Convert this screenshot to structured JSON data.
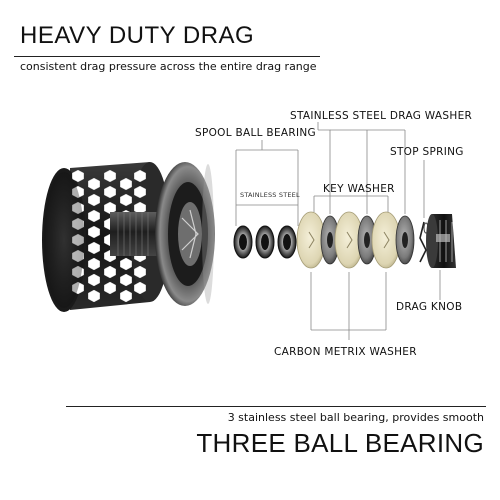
{
  "header": {
    "title": "HEAVY DUTY DRAG",
    "subtitle": "consistent drag pressure across the entire drag range"
  },
  "labels": {
    "stainless_steel_drag_washer": "STAINLESS STEEL DRAG WASHER",
    "spool_ball_bearing": "SPOOL BALL BEARING",
    "stop_spring": "STOP SPRING",
    "stainless_steel": "STAINLESS STEEL",
    "key_washer": "KEY WASHER",
    "drag_knob": "DRAG KNOB",
    "carbon_metrix_washer": "CARBON METRIX WASHER"
  },
  "footer": {
    "subtitle": "3 stainless steel ball bearing, provides smooth",
    "title": "THREE BALL BEARING"
  },
  "colors": {
    "text": "#111111",
    "metal_dark": "#2b2b2b",
    "metal_mid": "#6a6a6a",
    "carbon_washer": "#e8e2c8",
    "steel_washer": "#8a8a8a"
  },
  "icons": {
    "spool": "spool-icon",
    "bearing": "ball-bearing-icon",
    "washer": "washer-icon",
    "spring": "spring-icon",
    "knob": "drag-knob-icon"
  }
}
